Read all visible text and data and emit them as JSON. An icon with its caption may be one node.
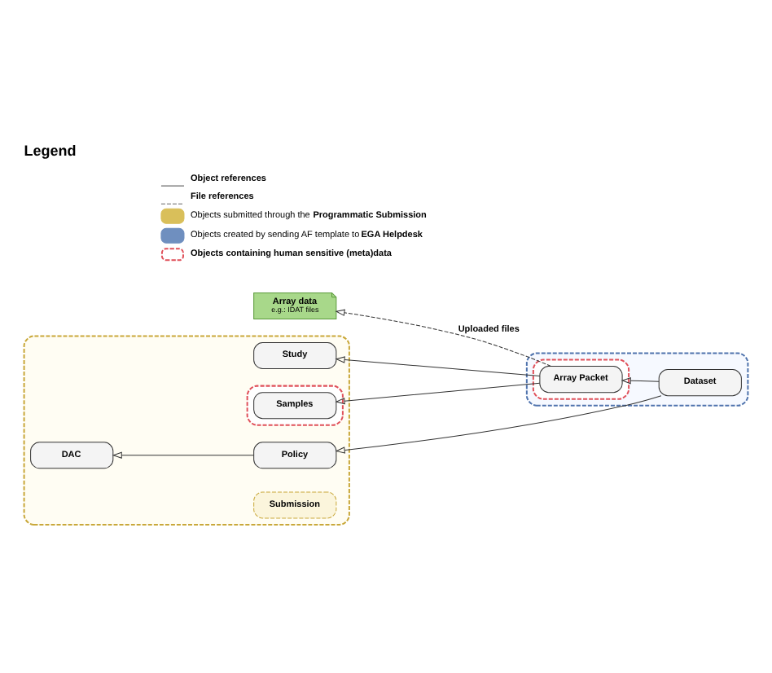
{
  "diagram": {
    "title": "Legend",
    "nodes": [
      {
        "text": [],
        "shape": "box"
      },
      {
        "text": [
          "Study"
        ],
        "in": 0
      },
      {
        "text": [],
        "shape": "box",
        "in": 0
      },
      {
        "text": [
          "Samples"
        ],
        "in": 2
      },
      {
        "text": [
          "Policy"
        ],
        "in": 0
      },
      {
        "text": [
          "Submission"
        ],
        "in": 0
      },
      {
        "text": [
          "DAC"
        ],
        "in": 0
      },
      {
        "text": [],
        "shape": "box"
      },
      {
        "text": [],
        "shape": "box",
        "in": 7
      },
      {
        "text": [
          "Array Packet"
        ],
        "in": 8
      },
      {
        "text": [
          "Dataset"
        ],
        "in": 7
      },
      {
        "text": [
          "Array data",
          "e.g.: IDAT files"
        ]
      }
    ],
    "edges": [
      {
        "from": 9,
        "to": 1,
        "arrow": "to"
      },
      {
        "from": 9,
        "to": 3,
        "arrow": "to"
      },
      {
        "from": 10,
        "to": 4,
        "arrow": "to"
      },
      {
        "from": 10,
        "to": 9,
        "arrow": "to"
      },
      {
        "from": 4,
        "to": 6,
        "arrow": "to"
      },
      {
        "from": 9,
        "to": 11,
        "arrow": "to",
        "style": "dashed",
        "label": "Uploaded files"
      }
    ],
    "legend": [
      {
        "text": "**Object references**"
      },
      {
        "text": "**File references**"
      },
      {
        "text": "Objects submitted through the **Programmatic Submission**",
        "color": "#d9bf5a"
      },
      {
        "text": "Objects created by sending AF template to **EGA Helpdesk**",
        "color": "#6f8fbf"
      },
      {
        "text": "**Objects containing human sensitive (meta)data**"
      }
    ]
  }
}
